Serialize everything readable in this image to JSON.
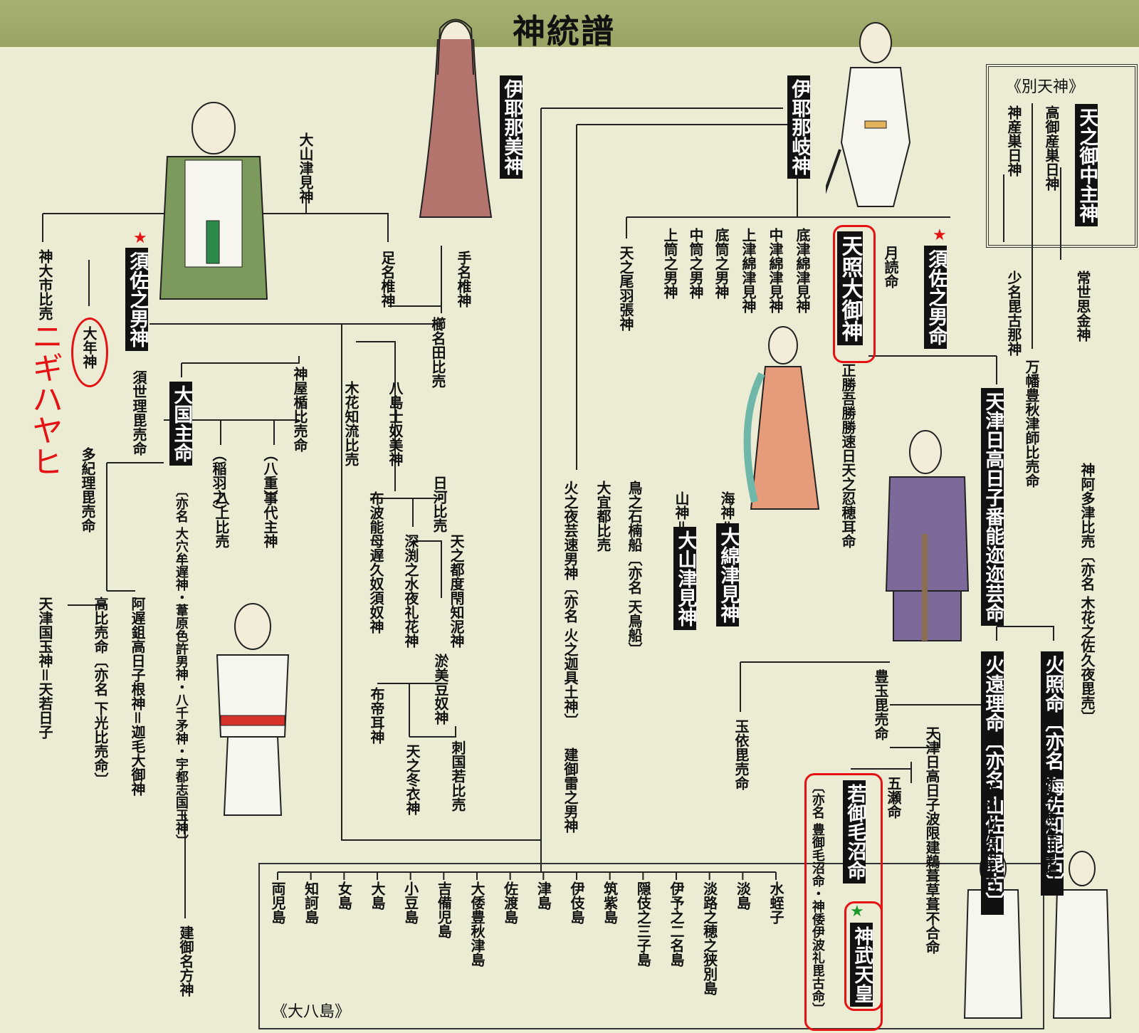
{
  "title": "神統譜",
  "sections": {
    "betsu_amatsukami": "《別天神》",
    "oyashima": "《大八島》"
  },
  "annotation": {
    "handwritten": "ニギハヤヒ"
  },
  "nodes": {
    "izanami": "伊耶那美神",
    "izanagi": "伊耶那岐神",
    "amenominakanushi": "天之御中主神",
    "takamimusubi": "高御産巣日神",
    "kamimusubi": "神産巣日神",
    "tokoyo": "常世思金神",
    "sukunabiko": "少名毘古那神",
    "ooyamatsumi_top": "大山津見神",
    "susanoo_left": "須佐之男神",
    "kamuooichihime": "神大市比売",
    "ootoshi": "大年神",
    "ashinazuchi": "足名椎神",
    "tenazuchi": "手名椎神",
    "kushinadahime": "櫛名田比売",
    "suserihime": "須世理毘売命",
    "ookuninushi": "大国主命",
    "kamuyatate": "神屋楯比売命",
    "konohanachiru": "木花知流比売",
    "yashimajinumi": "八島士奴美神",
    "takiri": "多紀理毘売命",
    "inaba": "（稲羽之）",
    "yagami": "八上比売",
    "yae": "（八重）",
    "kotoshironushi": "事代主神",
    "ookuni_alias": "〔亦名 大穴牟遅神・葦原色許男神・八千矛神・宇都志国玉神〕",
    "fuhanomoji": "布波能母遅久奴須奴神",
    "hikawahime": "日河比売",
    "fukabuchi": "深渕之水夜礼花神",
    "ametsudoe": "天之都度閇知泥神",
    "okuminu": "淤美豆奴神",
    "futemimi": "布帝耳神",
    "amenofuyukinu": "天之冬衣神",
    "sashikuniwaka": "刺国若比売",
    "takahime": "高比売命〔亦名 下光比売命〕",
    "ajisuki": "阿遅鉏高日子根神＝迦毛大御神",
    "amatsukunitama": "天津国玉神＝天若日子",
    "takeminakata": "建御名方神",
    "amenoohabari": "天之尾羽張神",
    "uwatsutsu": "上筒之男神",
    "nakatsutsu": "中筒之男神",
    "sokotsutsu": "底筒之男神",
    "uwatsuwata": "上津綿津見神",
    "nakatsuwata": "中津綿津見神",
    "sokotsuwata": "底津綿津見神",
    "amaterasu": "天照大御神",
    "tsukuyomi": "月読命",
    "susanoo_right": "須佐之男命",
    "masakatsu": "正勝吾勝勝速日天之忍穂耳命",
    "yorozuhata": "万幡豊秋津師比売命",
    "ninigi": "天津日高日子番能迩迩芸命",
    "kamuatatsu": "神阿多津比売〔亦名 木花之佐久夜毘売〕",
    "honosusori": "火之夜芸速男神〔亦名 火之迦具土神〕",
    "oogetsu": "大宜都比売",
    "torinoiwakusu": "鳥之石楠船〔亦名 天鳥船〕",
    "yamagami": "山神＝",
    "ooyamatsumi": "大山津見神",
    "umigami": "海神＝",
    "oowatatsumi": "大綿津見神",
    "takemikazuchi": "建御雷之男神",
    "toyotamahime": "豊玉毘売命",
    "hoori": "火遠理命〔亦名 山佐知毘古〕",
    "hoderi": "火照命〔亦名 海佐知毘古〕",
    "tamayorihime": "玉依毘売命",
    "ugaya": "天津日高日子波限建鵜葺草葺不合命",
    "itsuse": "五瀬命",
    "wakamikenu": "若御毛沼命",
    "wakamikenu_alias": "〔亦名 豊御毛沼命・神倭伊波礼毘古命〕",
    "jimmu": "神武天皇"
  },
  "islands": [
    "水蛭子",
    "淡島",
    "淡路之穂之狭別島",
    "伊予之二名島",
    "隠伎之三子島",
    "筑紫島",
    "伊伎島",
    "津島",
    "佐渡島",
    "大倭豊秋津島",
    "吉備児島",
    "小豆島",
    "大島",
    "女島",
    "知訶島",
    "両児島"
  ],
  "colors": {
    "background": "#ecebd3",
    "banner": "#a9b174",
    "highlight": "#e41212",
    "star_red": "#e41212",
    "star_green": "#1a9a2a",
    "box": "#111111"
  }
}
